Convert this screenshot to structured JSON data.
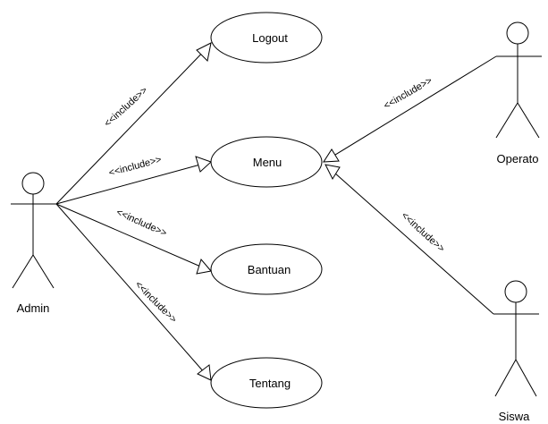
{
  "actors": {
    "admin": "Admin",
    "operator": "Operato",
    "siswa": "Siswa"
  },
  "use_cases": {
    "logout": "Logout",
    "menu": "Menu",
    "bantuan": "Bantuan",
    "tentang": "Tentang"
  },
  "relationships": {
    "admin_logout": "<<include>>",
    "admin_menu": "<<include>>",
    "admin_bantuan": "<<include>>",
    "admin_tentang": "<<include>>",
    "operator_menu": "<<include>>",
    "siswa_menu": "<<include>>"
  }
}
